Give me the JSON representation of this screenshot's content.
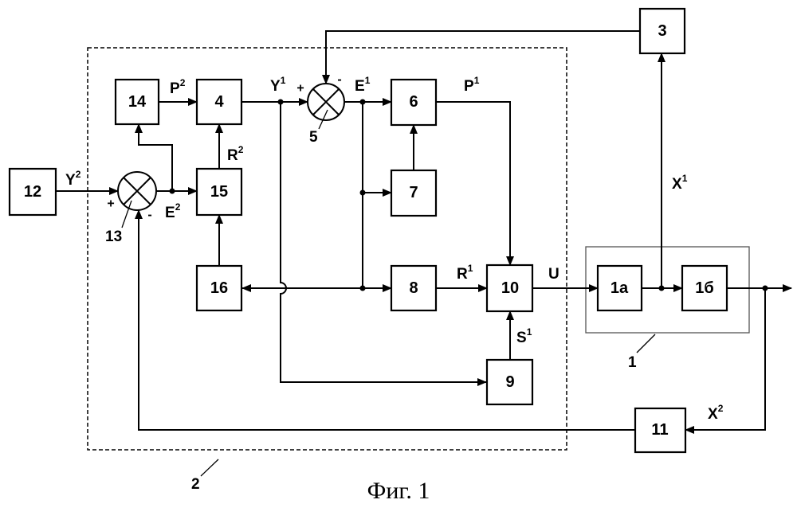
{
  "blocks": {
    "b1a": "1а",
    "b1b": "1б",
    "b3": "3",
    "b4": "4",
    "b6": "6",
    "b7": "7",
    "b8": "8",
    "b9": "9",
    "b10": "10",
    "b11": "11",
    "b12": "12",
    "b14": "14",
    "b15": "15",
    "b16": "16"
  },
  "signals": {
    "p2": {
      "base": "P",
      "sup": "2"
    },
    "y1": {
      "base": "Y",
      "sup": "1"
    },
    "e1": {
      "base": "E",
      "sup": "1"
    },
    "p1": {
      "base": "P",
      "sup": "1"
    },
    "y2": {
      "base": "Y",
      "sup": "2"
    },
    "e2": {
      "base": "E",
      "sup": "2"
    },
    "r2": {
      "base": "R",
      "sup": "2"
    },
    "r1": {
      "base": "R",
      "sup": "1"
    },
    "s1": {
      "base": "S",
      "sup": "1"
    },
    "u": {
      "base": "U"
    },
    "x1": {
      "base": "X",
      "sup": "1"
    },
    "x2": {
      "base": "X",
      "sup": "2"
    }
  },
  "signs": {
    "plus": "+",
    "minus": "-"
  },
  "refs": {
    "r1": "1",
    "r2": "2",
    "r5": "5",
    "r13": "13"
  },
  "caption": "Фиг. 1"
}
